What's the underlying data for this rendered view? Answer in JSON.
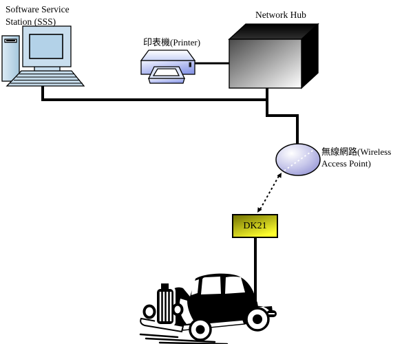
{
  "diagram": {
    "type": "network-topology",
    "nodes": [
      {
        "id": "sss",
        "type": "computer",
        "label": "Software Service Station (SSS)"
      },
      {
        "id": "printer",
        "type": "printer",
        "label": "印表機(Printer)"
      },
      {
        "id": "hub",
        "type": "network-hub",
        "label": "Network Hub"
      },
      {
        "id": "wap",
        "type": "wireless-access-point",
        "label": "無線網路(Wireless Access Point)"
      },
      {
        "id": "dk21",
        "type": "device-box",
        "label": "DK21"
      },
      {
        "id": "car",
        "type": "vehicle",
        "label": ""
      }
    ],
    "edges": [
      {
        "from": "sss",
        "to": "hub",
        "style": "solid"
      },
      {
        "from": "printer",
        "to": "hub",
        "style": "solid"
      },
      {
        "from": "hub",
        "to": "wap",
        "style": "solid"
      },
      {
        "from": "wap",
        "to": "dk21",
        "style": "dotted-arrow"
      },
      {
        "from": "dk21",
        "to": "car",
        "style": "solid"
      }
    ]
  },
  "labels": {
    "sss_line1": "Software Service",
    "sss_line2": "Station (SSS)",
    "printer": "印表機(Printer)",
    "hub": "Network Hub",
    "wireless_line1": "無線網路(Wireless",
    "wireless_line2": "Access Point)",
    "dk21": "DK21"
  },
  "colors": {
    "background": "#ffffff",
    "line": "#000000",
    "computer_body": "#c9deee",
    "computer_screen": "#b3d2e8",
    "printer_light": "#f2f4ff",
    "printer_dark": "#8c9ae8",
    "hub_front_dark": "#4a4a4a",
    "hub_front_light": "#ffffff",
    "hub_side": "#000000",
    "ellipse_light": "#ffffff",
    "ellipse_dark": "#8f8fd2",
    "dk21_dark": "#6e6e00",
    "dk21_light": "#ffff2e"
  }
}
